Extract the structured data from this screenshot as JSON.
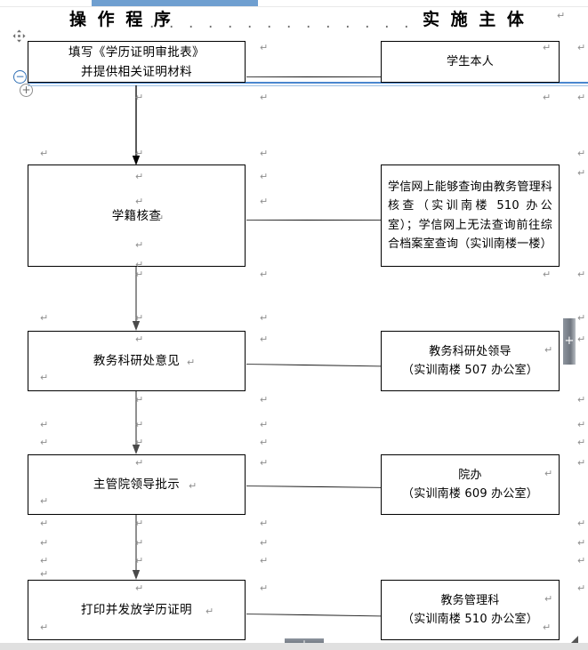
{
  "document": {
    "title_left": "操 作 程 序",
    "title_right": "实 施 主 体",
    "title_dots": "· · · · · · · · · · · · · · · · · · · · · · · · · ·",
    "paragraph_mark": "↵"
  },
  "handles": {
    "move_handle_icon": "move-handle-icon",
    "collapse_label": "−",
    "expand_label": "+",
    "column_insert_label": "+",
    "row_insert_label": "+"
  },
  "flow": {
    "header": {
      "left": "操 作 程 序",
      "right": "实 施 主 体"
    },
    "steps": [
      {
        "id": "step-1",
        "procedure": "填写《学历证明审批表》\n并提供相关证明材料",
        "actor": "学生本人"
      },
      {
        "id": "step-2",
        "procedure": "学籍核查",
        "actor": "学信网上能够查询由教务管理科核查（实训南楼 510 办公室）；学信网上无法查询前往综合档案室查询（实训南楼一楼）"
      },
      {
        "id": "step-3",
        "procedure": "教务科研处意见",
        "actor": "教务科研处领导\n（实训南楼 507 办公室）"
      },
      {
        "id": "step-4",
        "procedure": "主管院领导批示",
        "actor": "院办\n（实训南楼 609 办公室）"
      },
      {
        "id": "step-5",
        "procedure": "打印并发放学历证明",
        "actor": "教务管理科\n（实训南楼 510 办公室）"
      }
    ]
  },
  "colors": {
    "selection_blue": "#4a87cf",
    "top_bar_blue": "#6f9fd0",
    "handle_gray": "#6f767f",
    "mark_gray": "#8e8e8e",
    "border_black": "#000000"
  }
}
